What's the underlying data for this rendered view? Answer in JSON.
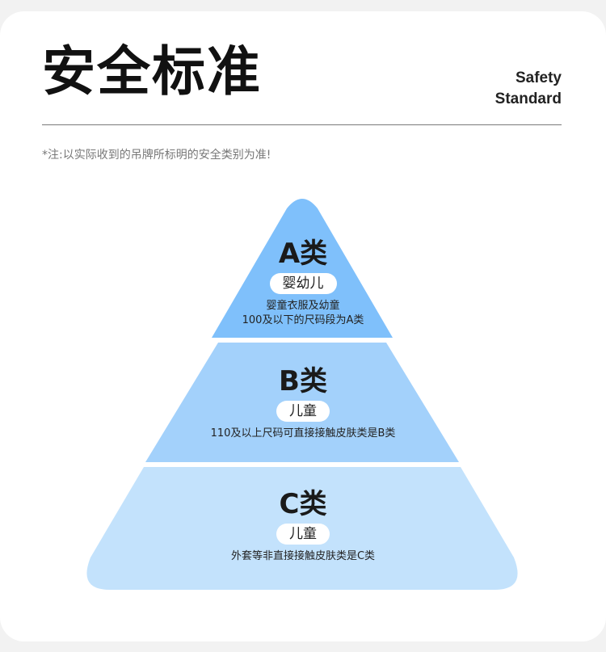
{
  "header": {
    "title": "安全标准",
    "en_title_line1": "Safety",
    "en_title_line2": "Standard"
  },
  "note": "*注:以实际收到的吊牌所标明的安全类别为准!",
  "tiers": [
    {
      "title": "A类",
      "badge": "婴幼儿",
      "desc_line1": "婴童衣服及幼童",
      "desc_line2": "100及以下的尺码段为A类",
      "color": "#7fc0fb"
    },
    {
      "title": "B类",
      "badge": "儿童",
      "desc_line1": "110及以上尺码可直接接触皮肤类是B类",
      "color": "#a3d1fb"
    },
    {
      "title": "C类",
      "badge": "儿童",
      "desc_line1": "外套等非直接接触皮肤类是C类",
      "color": "#c3e2fc"
    }
  ]
}
